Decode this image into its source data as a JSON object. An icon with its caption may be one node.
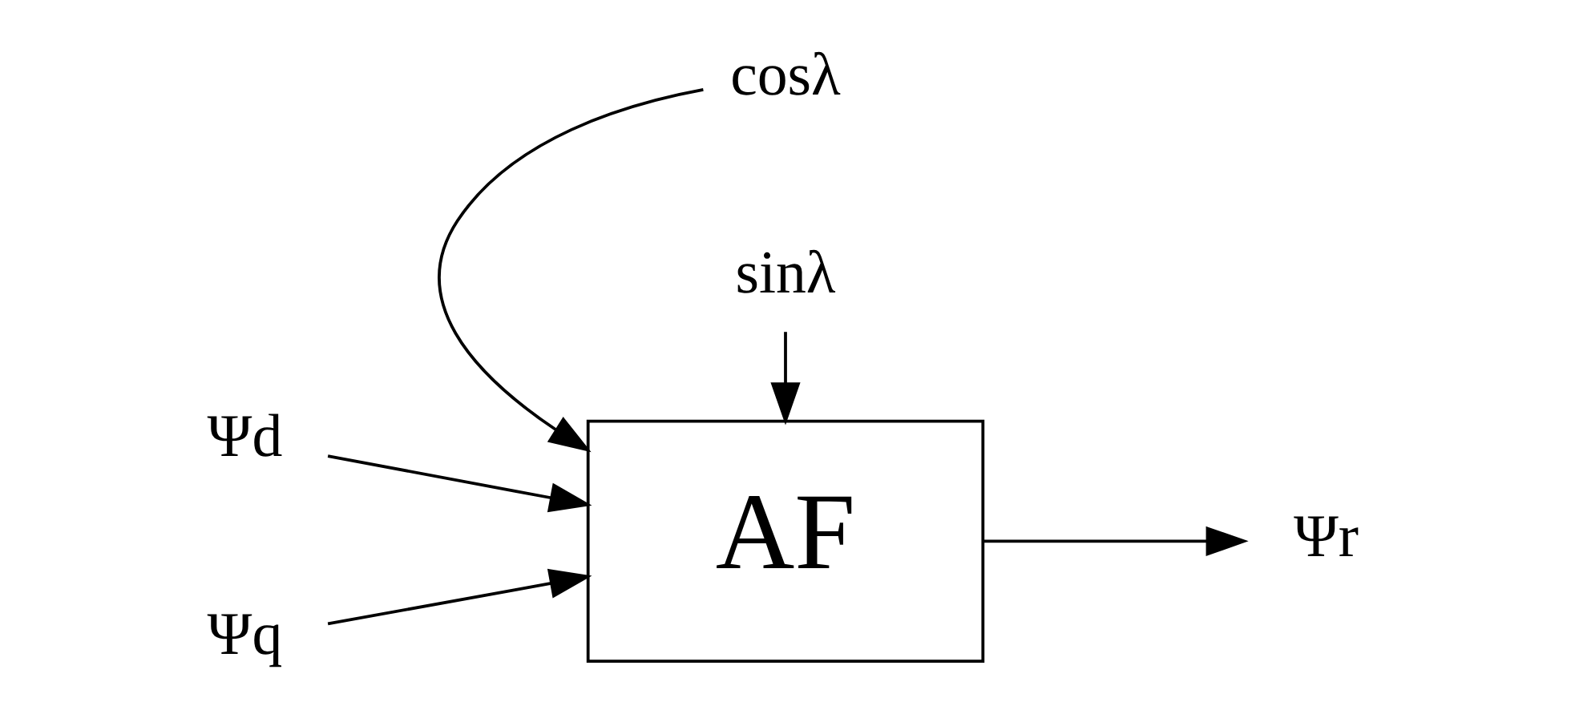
{
  "diagram": {
    "nodes": [
      {
        "text": [
          "AF"
        ]
      },
      {
        "text": [
          "Ψd"
        ]
      },
      {
        "text": [
          "Ψq"
        ]
      },
      {
        "text": [
          "Ψr"
        ]
      },
      {
        "text": [
          "cosλ"
        ]
      },
      {
        "text": [
          "sinλ"
        ]
      }
    ],
    "edges": [
      {
        "from": 1,
        "to": 0,
        "arrow": "to"
      },
      {
        "from": 2,
        "to": 0,
        "arrow": "to"
      },
      {
        "from": 0,
        "to": 3,
        "arrow": "to"
      },
      {
        "from": 4,
        "to": 0,
        "arrow": "to"
      },
      {
        "from": 5,
        "to": 0,
        "arrow": "to"
      }
    ]
  }
}
